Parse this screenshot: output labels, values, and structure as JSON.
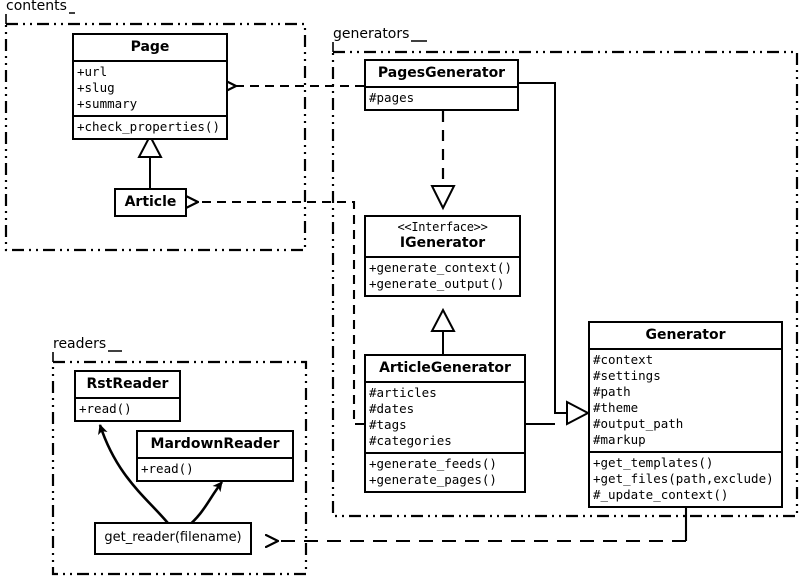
{
  "diagram": {
    "type": "uml-class-diagram",
    "packages": [
      {
        "id": "contents",
        "label": "contents"
      },
      {
        "id": "generators",
        "label": "generators"
      },
      {
        "id": "readers",
        "label": "readers"
      }
    ],
    "classes": [
      {
        "id": "page",
        "name": "Page",
        "stereotype": "",
        "package": "contents",
        "attributes": [
          "+url",
          "+slug",
          "+summary"
        ],
        "operations": [
          "+check_properties()"
        ]
      },
      {
        "id": "article",
        "name": "Article",
        "stereotype": "",
        "package": "contents",
        "attributes": [],
        "operations": []
      },
      {
        "id": "pagesgenerator",
        "name": "PagesGenerator",
        "stereotype": "",
        "package": "generators",
        "attributes": [
          "#pages"
        ],
        "operations": []
      },
      {
        "id": "igenerator",
        "name": "IGenerator",
        "stereotype": "<<Interface>>",
        "package": "generators",
        "attributes": [],
        "operations": [
          "+generate_context()",
          "+generate_output()"
        ]
      },
      {
        "id": "articlegenerator",
        "name": "ArticleGenerator",
        "stereotype": "",
        "package": "generators",
        "attributes": [
          "#articles",
          "#dates",
          "#tags",
          "#categories"
        ],
        "operations": [
          "+generate_feeds()",
          "+generate_pages()"
        ]
      },
      {
        "id": "generator",
        "name": "Generator",
        "stereotype": "",
        "package": "generators",
        "attributes": [
          "#context",
          "#settings",
          "#path",
          "#theme",
          "#output_path",
          "#markup"
        ],
        "operations": [
          "+get_templates()",
          "+get_files(path,exclude)",
          "#_update_context()"
        ]
      },
      {
        "id": "rstreader",
        "name": "RstReader",
        "stereotype": "",
        "package": "readers",
        "attributes": [],
        "operations": [
          "+read()"
        ]
      },
      {
        "id": "mardownreader",
        "name": "MardownReader",
        "stereotype": "",
        "package": "readers",
        "attributes": [],
        "operations": [
          "+read()"
        ]
      },
      {
        "id": "get_reader",
        "name": "get_reader(filename)",
        "stereotype": "",
        "package": "readers",
        "attributes": [],
        "operations": []
      }
    ],
    "relationships": [
      {
        "from": "article",
        "to": "page",
        "kind": "generalization",
        "style": "solid",
        "arrow": "hollow-triangle"
      },
      {
        "from": "pagesgenerator",
        "to": "page",
        "kind": "dependency",
        "style": "dashed",
        "arrow": "open"
      },
      {
        "from": "articlegenerator",
        "to": "article",
        "kind": "dependency",
        "style": "dashed",
        "arrow": "open"
      },
      {
        "from": "pagesgenerator",
        "to": "igenerator",
        "kind": "realization",
        "style": "dashed",
        "arrow": "hollow-triangle"
      },
      {
        "from": "articlegenerator",
        "to": "igenerator",
        "kind": "generalization",
        "style": "solid",
        "arrow": "hollow-triangle"
      },
      {
        "from": "pagesgenerator",
        "to": "generator",
        "kind": "generalization",
        "style": "solid",
        "arrow": "hollow-triangle"
      },
      {
        "from": "articlegenerator",
        "to": "generator",
        "kind": "generalization",
        "style": "solid",
        "arrow": "hollow-triangle"
      },
      {
        "from": "generator",
        "to": "get_reader",
        "kind": "dependency",
        "style": "dashed",
        "arrow": "open"
      },
      {
        "from": "get_reader",
        "to": "rstreader",
        "kind": "association",
        "style": "curved-solid",
        "arrow": "filled"
      },
      {
        "from": "get_reader",
        "to": "mardownreader",
        "kind": "association",
        "style": "curved-solid",
        "arrow": "filled"
      }
    ],
    "colors": {
      "stroke": "#000000",
      "fill": "#ffffff",
      "text": "#000000"
    }
  }
}
